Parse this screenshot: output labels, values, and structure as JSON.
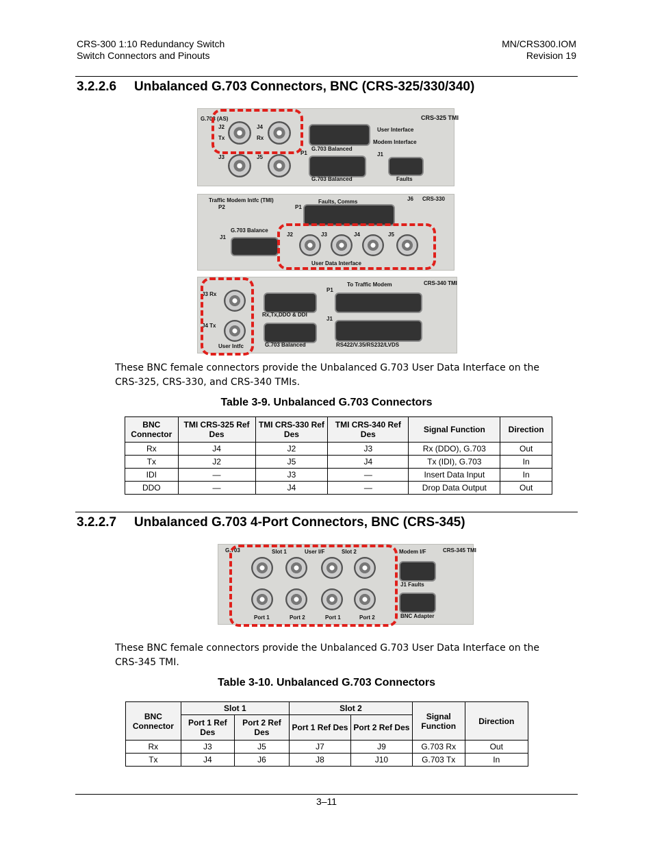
{
  "header": {
    "left_line1": "CRS-300 1:10 Redundancy Switch",
    "left_line2": "Switch Connectors and Pinouts",
    "right_line1": "MN/CRS300.IOM",
    "right_line2": "Revision 19"
  },
  "section1": {
    "number": "3.2.2.6",
    "title": "Unbalanced G.703 Connectors, BNC (CRS-325/330/340)",
    "paragraph": "These BNC female connectors provide the Unbalanced G.703 User Data Interface on the CRS-325, CRS-330, and CRS-340 TMIs.",
    "table_caption": "Table 3-9. Unbalanced G.703 Connectors",
    "table": {
      "headers": [
        "BNC Connector",
        "TMI CRS-325 Ref Des",
        "TMI CRS-330 Ref Des",
        "TMI CRS-340 Ref Des",
        "Signal Function",
        "Direction"
      ],
      "rows": [
        [
          "Rx",
          "J4",
          "J2",
          "J3",
          "Rx (DDO), G.703",
          "Out"
        ],
        [
          "Tx",
          "J2",
          "J5",
          "J4",
          "Tx (IDI), G.703",
          "In"
        ],
        [
          "IDI",
          "—",
          "J3",
          "—",
          "Insert Data Input",
          "In"
        ],
        [
          "DDO",
          "—",
          "J4",
          "—",
          "Drop Data Output",
          "Out"
        ]
      ]
    }
  },
  "section2": {
    "number": "3.2.2.7",
    "title": "Unbalanced G.703 4-Port Connectors, BNC (CRS-345)",
    "paragraph": "These BNC female connectors provide the Unbalanced G.703 User Data Interface on the CRS-345 TMI.",
    "table_caption": "Table 3-10. Unbalanced G.703 Connectors",
    "table": {
      "h_bnc": "BNC Connector",
      "h_slot1": "Slot 1",
      "h_slot2": "Slot 2",
      "h_signal": "Signal Function",
      "h_direction": "Direction",
      "h_p1a": "Port 1 Ref Des",
      "h_p2a": "Port 2 Ref Des",
      "h_p1b": "Port 1 Ref Des",
      "h_p2b": "Port 2 Ref Des",
      "rows": [
        [
          "Rx",
          "J3",
          "J5",
          "J7",
          "J9",
          "G.703 Rx",
          "Out"
        ],
        [
          "Tx",
          "J4",
          "J6",
          "J8",
          "J10",
          "G.703 Tx",
          "In"
        ]
      ]
    }
  },
  "photo_labels": {
    "p325": {
      "model": "CRS-325 TMI",
      "user_if": "User Interface",
      "modem_if": "Modem Interface",
      "bal1": "G.703 Balanced",
      "bal2": "G.703 Balanced",
      "faults": "Faults",
      "j2": "J2",
      "j4": "J4",
      "j3": "J3",
      "j5": "J5",
      "tx": "Tx",
      "rx": "Rx",
      "p1": "P1",
      "j1": "J1",
      "g703": "G.703 (AS)"
    },
    "p330": {
      "model": "CRS-330",
      "tmi": "Traffic Modem Intfc (TMI)",
      "faults": "Faults, Comms",
      "bal": "G.703 Balance",
      "p2": "P2",
      "p1": "P1",
      "j1": "J1",
      "j6": "J6",
      "j2": "J2",
      "j3": "J3",
      "j4": "J4",
      "j5": "J5",
      "udi": "User Data Interface"
    },
    "p340": {
      "model": "CRS-340 TMI",
      "traffic": "To Traffic Modem",
      "rxtx": "Rx,Tx,DDO & DDI",
      "bal": "G.703 Balanced",
      "rs": "RS422/V.35/RS232/LVDS",
      "user": "User Intfc",
      "p1": "P1",
      "j1": "J1",
      "j3": "J3 Rx",
      "j4": "J4 Tx"
    },
    "p345": {
      "model": "CRS-345 TMI",
      "g703": "G.703",
      "slot1": "Slot 1",
      "userif": "User I/F",
      "slot2": "Slot 2",
      "modem": "Modem I/F",
      "faults": "J1 Faults",
      "bncad": "BNC Adapter",
      "port1a": "Port 1",
      "port2a": "Port 2",
      "port1b": "Port 1",
      "port2b": "Port 2"
    }
  },
  "footer": {
    "page": "3–11"
  }
}
